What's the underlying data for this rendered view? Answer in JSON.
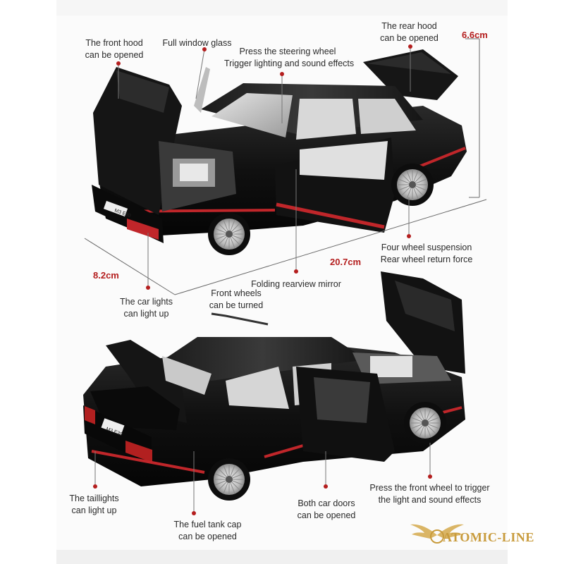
{
  "callouts": {
    "front_hood": [
      "The front hood",
      "can be opened"
    ],
    "window_glass": [
      "Full window glass"
    ],
    "steering_wheel": [
      "Press the steering wheel",
      "Trigger lighting and sound effects"
    ],
    "rear_hood": [
      "The rear hood",
      "can be opened"
    ],
    "suspension": [
      "Four wheel suspension",
      "Rear wheel return force"
    ],
    "rearview_mirror": [
      "Folding rearview mirror"
    ],
    "front_wheels": [
      "Front wheels",
      "can be turned"
    ],
    "car_lights": [
      "The car lights",
      "can light up"
    ],
    "taillights": [
      "The taillights",
      "can light up"
    ],
    "fuel_cap": [
      "The fuel tank cap",
      "can be opened"
    ],
    "car_doors": [
      "Both car doors",
      "can be opened"
    ],
    "front_wheel_trigger": [
      "Press the front wheel to trigger",
      "the light and sound effects"
    ]
  },
  "dimensions": {
    "height": "6.6cm",
    "length": "20.7cm",
    "width": "8.2cm"
  },
  "plates": {
    "front": "M3 E30",
    "rear": "M3 E30"
  },
  "watermark": "ATOMIC-LINE",
  "colors": {
    "accent_red": "#b41e1e",
    "car_body": "#141414",
    "stripe": "#c0262a",
    "logo_gold": "#c89b3c"
  }
}
